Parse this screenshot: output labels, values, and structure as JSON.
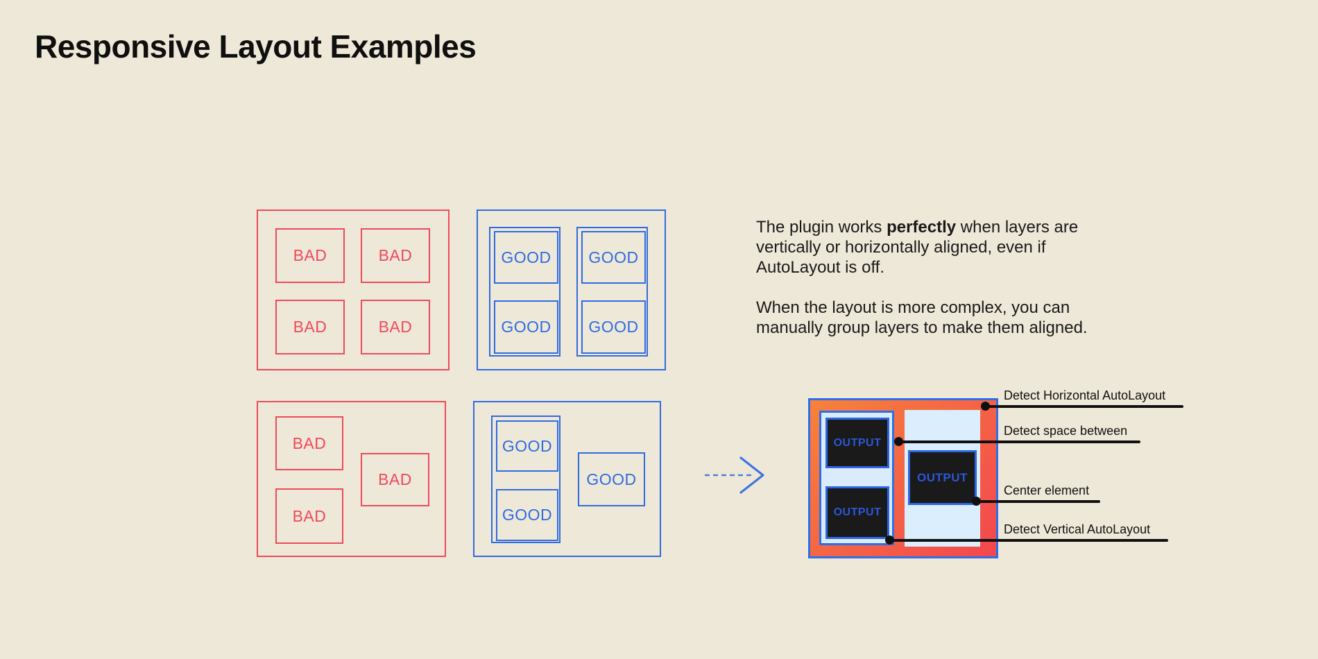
{
  "title": "Responsive Layout Examples",
  "colors": {
    "background": "#EEE8D8",
    "bad": "#F0495A",
    "good": "#2F6BE1",
    "annotation": "#101010",
    "gradient_start": "#F6823B",
    "gradient_end": "#F3474E",
    "panel_blue": "#DAECFC",
    "dark_box": "#1A1A1A",
    "output_text": "#2B57D8"
  },
  "examples": {
    "bad_aligned": {
      "boxes": [
        "BAD",
        "BAD",
        "BAD",
        "BAD"
      ]
    },
    "good_aligned": {
      "boxes": [
        "GOOD",
        "GOOD",
        "GOOD",
        "GOOD"
      ]
    },
    "bad_unaligned": {
      "boxes": [
        "BAD",
        "BAD",
        "BAD"
      ]
    },
    "good_grouped": {
      "boxes": [
        "GOOD",
        "GOOD",
        "GOOD"
      ]
    }
  },
  "description": {
    "p1_pre": "The plugin works ",
    "p1_bold": "perfectly",
    "p1_post": " when layers are vertically or horizontally aligned, even if AutoLayout is off.",
    "p2": "When the layout is more complex, you can manually group layers to make them aligned."
  },
  "output_diagram": {
    "boxes": [
      "OUTPUT",
      "OUTPUT",
      "OUTPUT"
    ]
  },
  "callouts": [
    {
      "label": "Detect Horizontal AutoLayout"
    },
    {
      "label": "Detect space between"
    },
    {
      "label": "Center element"
    },
    {
      "label": "Detect Vertical AutoLayout"
    }
  ]
}
